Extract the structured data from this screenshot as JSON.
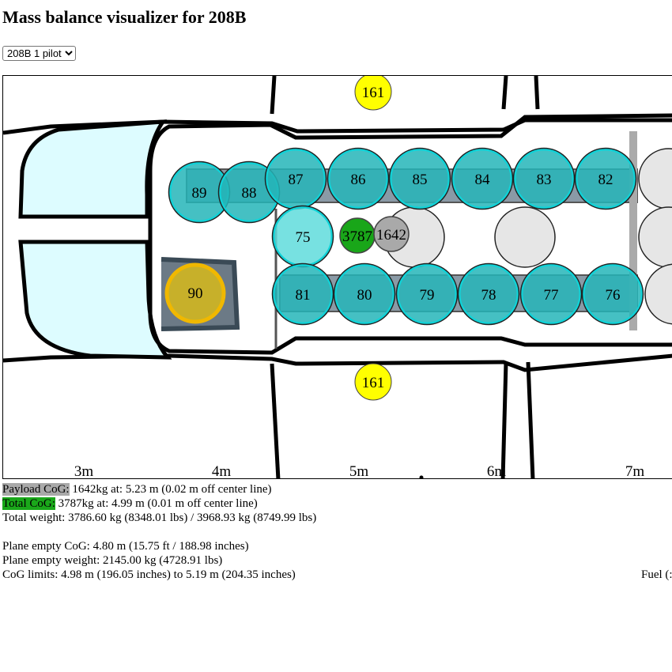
{
  "title": "Mass balance visualizer for 208B",
  "aircraft_select": {
    "selected": "208B 1 pilot"
  },
  "scale_labels": [
    "3m",
    "4m",
    "5m",
    "6m",
    "7m"
  ],
  "fuel_tanks": {
    "left": "161",
    "right": "161",
    "color": "#ffff00"
  },
  "pilot_seat": {
    "value": "90",
    "color": "#e8b200"
  },
  "seats_row_top": [
    "89",
    "88",
    "87",
    "86",
    "85",
    "84",
    "83",
    "82"
  ],
  "seats_row_mid": [
    "75"
  ],
  "seats_row_bottom": [
    "81",
    "80",
    "79",
    "78",
    "77",
    "76"
  ],
  "total_cog_marker": "3787",
  "payload_cog_marker": "1642",
  "colors": {
    "seat": "#25b5b8",
    "seat_light": "#5fdcdc",
    "total": "#19a619",
    "payload": "#a9a9a9",
    "empty_seat": "#e6e6e6",
    "windscreen": "#ddfcff"
  },
  "info": {
    "payload_label": "Payload CoG:",
    "payload_text": " 1642kg at: 5.23 m (0.02 m off center line)",
    "total_label": "Total CoG:",
    "total_text": " 3787kg at: 4.99 m (0.01 m off center line)",
    "total_weight": "Total weight: 3786.60 kg (8348.01 lbs) / 3968.93 kg (8749.99 lbs)",
    "empty_cog": "Plane empty CoG: 4.80 m (15.75 ft / 188.98 inches)",
    "empty_weight": "Plane empty weight: 2145.00 kg (4728.91 lbs)",
    "cog_limits": "CoG limits: 4.98 m (196.05 inches) to 5.19 m (204.35 inches)",
    "fuel": "Fuel (:"
  }
}
